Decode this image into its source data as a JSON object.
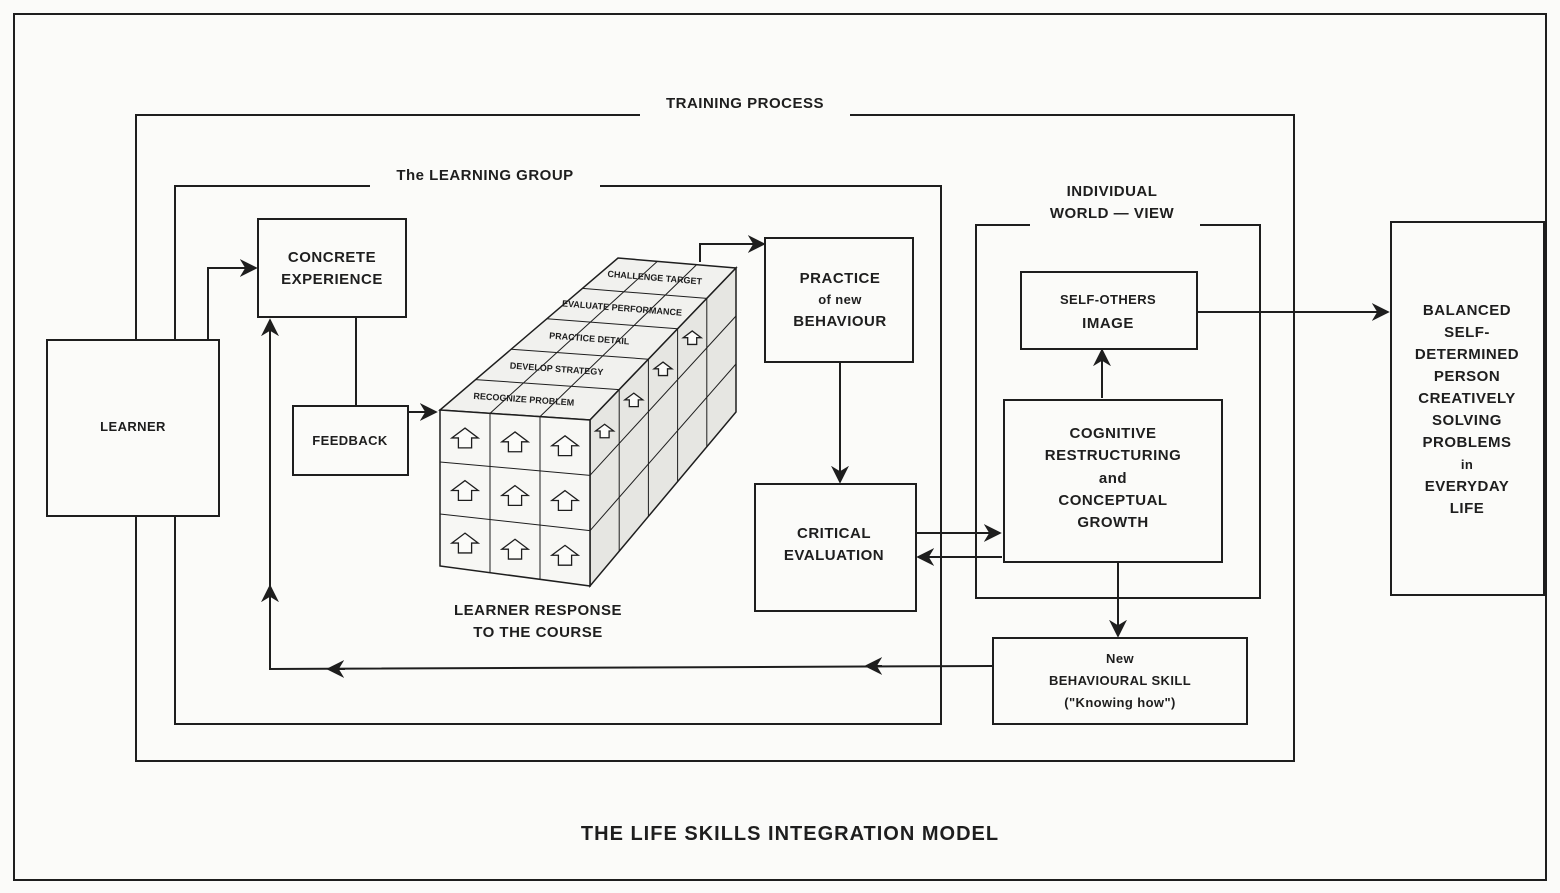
{
  "title": "THE LIFE SKILLS INTEGRATION MODEL",
  "training_process": {
    "label": "TRAINING PROCESS"
  },
  "learning_group": {
    "label": "The LEARNING GROUP"
  },
  "world_view": {
    "label_line1": "INDIVIDUAL",
    "label_line2": "WORLD — VIEW"
  },
  "nodes": {
    "learner": {
      "lines": [
        "LEARNER"
      ]
    },
    "concrete_experience": {
      "lines": [
        "CONCRETE",
        "EXPERIENCE"
      ]
    },
    "feedback": {
      "lines": [
        "FEEDBACK"
      ]
    },
    "practice": {
      "lines": [
        "PRACTICE",
        "of new",
        "BEHAVIOUR"
      ]
    },
    "critical_evaluation": {
      "lines": [
        "CRITICAL",
        "EVALUATION"
      ]
    },
    "self_others_image": {
      "lines": [
        "SELF-OTHERS",
        "IMAGE"
      ]
    },
    "cognitive": {
      "lines": [
        "COGNITIVE",
        "RESTRUCTURING",
        "and",
        "CONCEPTUAL",
        "GROWTH"
      ]
    },
    "new_skill": {
      "lines": [
        "New",
        "BEHAVIOURAL SKILL",
        "(\"Knowing how\")"
      ]
    },
    "balanced": {
      "lines": [
        "BALANCED",
        "SELF-",
        "DETERMINED",
        "PERSON",
        "CREATIVELY",
        "SOLVING",
        "PROBLEMS",
        "in",
        "EVERYDAY",
        "LIFE"
      ]
    }
  },
  "learner_response": {
    "lines": [
      "LEARNER RESPONSE",
      "TO THE COURSE"
    ]
  },
  "cube_layers": [
    "CHALLENGE TARGET",
    "EVALUATE PERFORMANCE",
    "PRACTICE DETAIL",
    "DEVELOP STRATEGY",
    "RECOGNIZE PROBLEM"
  ]
}
